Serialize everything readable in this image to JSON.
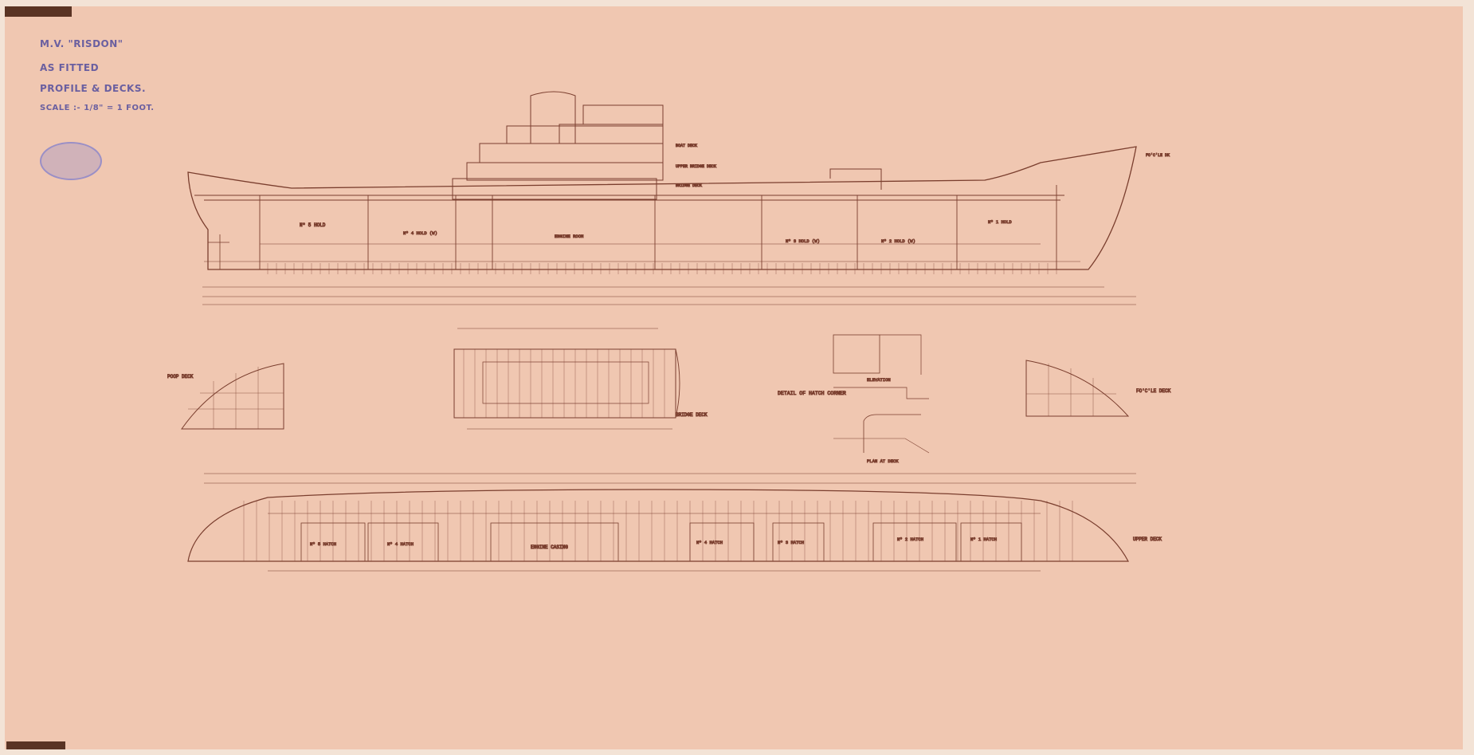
{
  "title_block": {
    "vessel": "M.V. \"RISDON\"",
    "status": "AS FITTED",
    "sheet": "PROFILE & DECKS.",
    "scale": "SCALE :- 1/8\" = 1 FOOT."
  },
  "stamp_icon": "archive-stamp",
  "colors": {
    "paper": "#f0c7b1",
    "ink": "#7a3e2e",
    "title_ink": "#6a5fa0"
  },
  "profile_labels": {
    "no5_hold": "Nº 5 HOLD",
    "no4_hold": "Nº 4 HOLD (W)",
    "no3_hold": "Nº 3 HOLD (W)",
    "no2_hold": "Nº 2 HOLD (W)",
    "no1_hold": "Nº 1 HOLD",
    "engine_room": "ENGINE ROOM",
    "boat_deck": "BOAT DECK",
    "upper_bridge_deck": "UPPER BRIDGE DECK",
    "bridge_deck": "BRIDGE DECK",
    "forecastle": "FO'C'LE DK"
  },
  "plan_labels": {
    "poop_deck": "POOP DECK",
    "bridge_deck": "BRIDGE DECK",
    "focsle_deck": "FO'C'LE DECK",
    "upper_deck": "UPPER DECK",
    "engine_casing": "ENGINE CASING",
    "no5_hatch": "Nº 5 HATCH",
    "no4_hatch": "Nº 4 HATCH",
    "no3_hatch": "Nº 3 HATCH",
    "no2_hatch": "Nº 2 HATCH",
    "no1_hatch": "Nº 1 HATCH"
  },
  "detail": {
    "title": "DETAIL OF HATCH CORNER",
    "elevation": "ELEVATION",
    "plan_at_deck": "PLAN AT DECK"
  }
}
